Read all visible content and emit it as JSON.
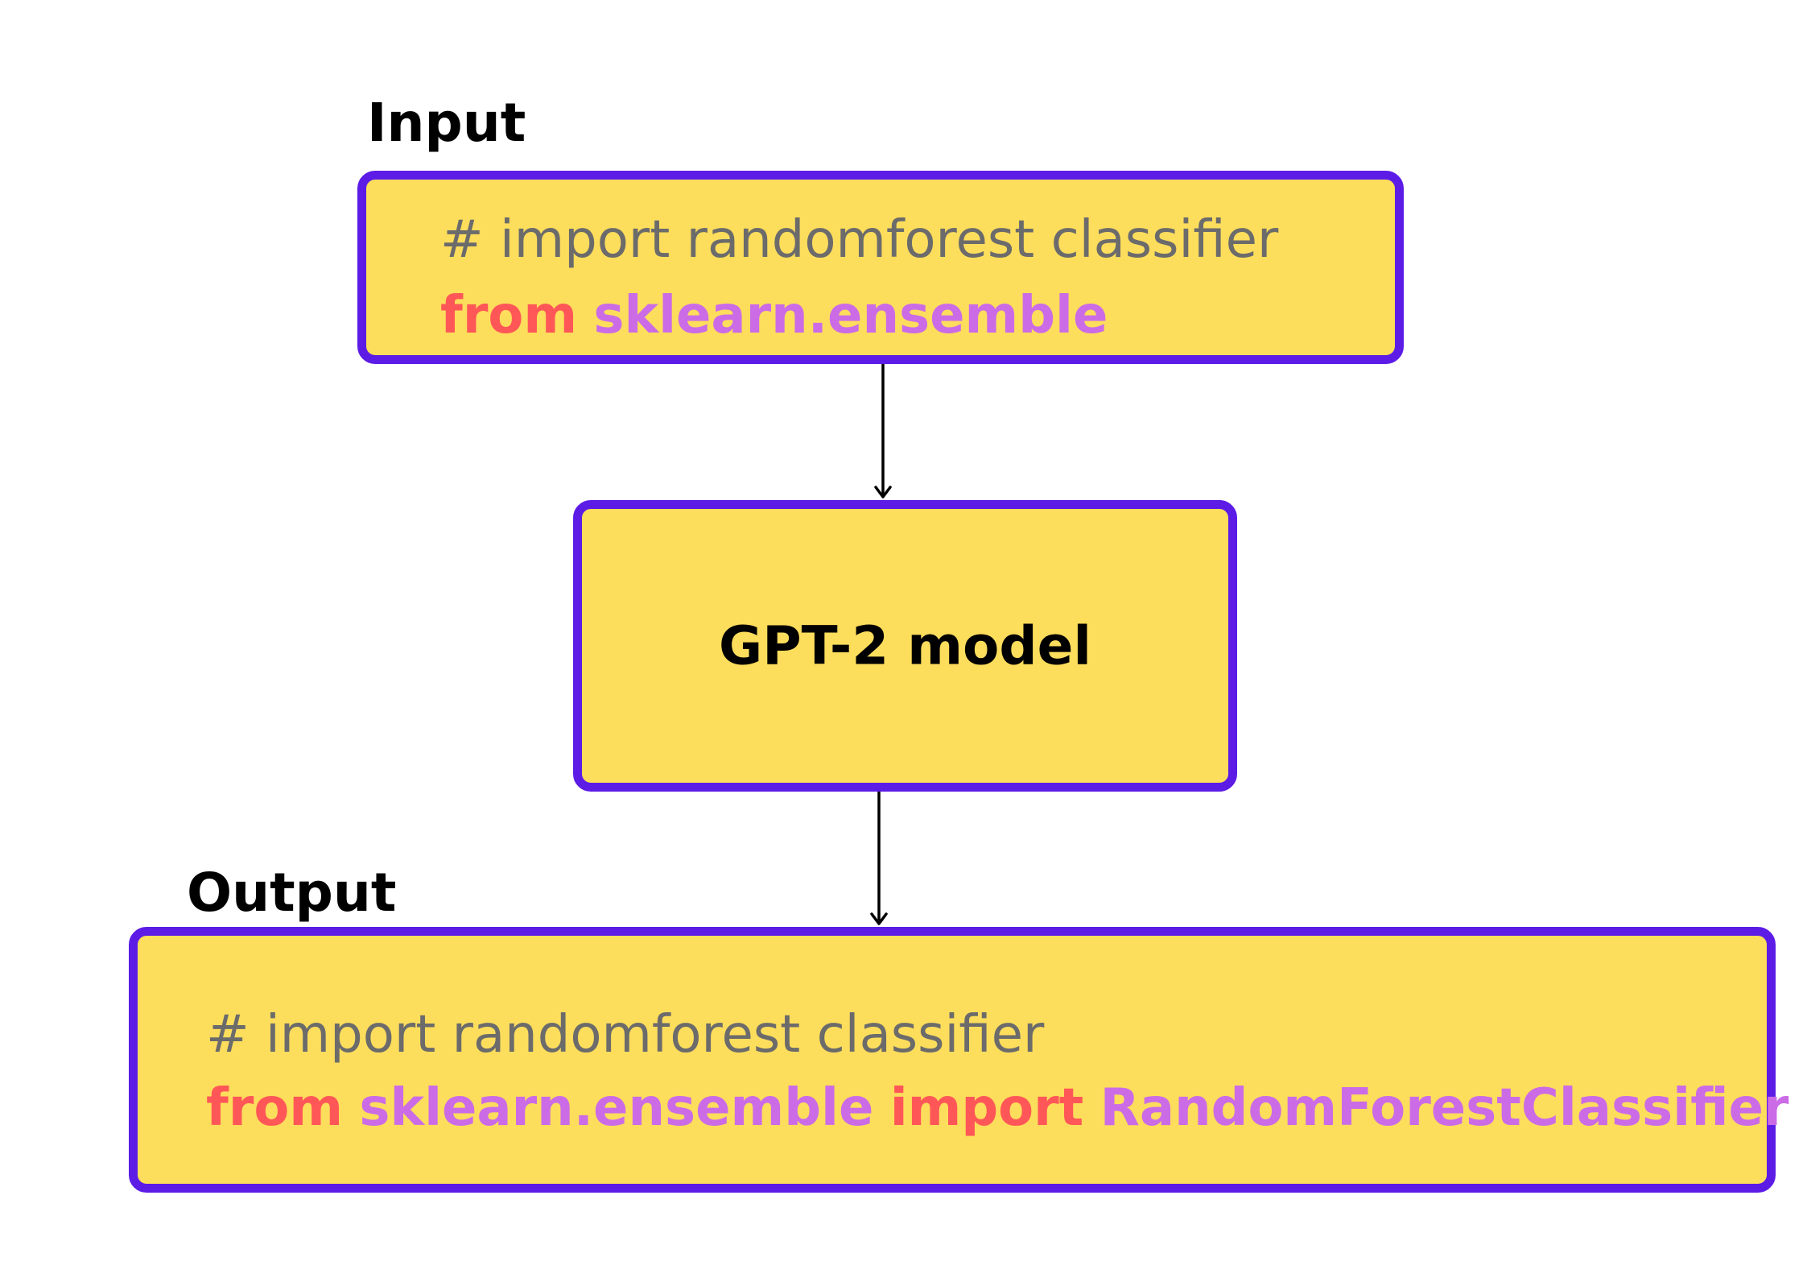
{
  "input": {
    "label": "Input",
    "comment": "# import randomforest classifier",
    "code": {
      "keyword": "from",
      "module": "sklearn.ensemble"
    }
  },
  "model": {
    "label": "GPT-2 model"
  },
  "output": {
    "label": "Output",
    "comment": "# import randomforest classifier",
    "code": {
      "keyword1": "from",
      "module": "sklearn.ensemble",
      "keyword2": "import",
      "class_name": "RandomForestClassifier"
    }
  },
  "colors": {
    "box_fill": "#FDDD5C",
    "box_border": "#5C1CE6",
    "keyword": "#FF5757",
    "module": "#CB6CE6",
    "comment": "#6b6b6b"
  }
}
